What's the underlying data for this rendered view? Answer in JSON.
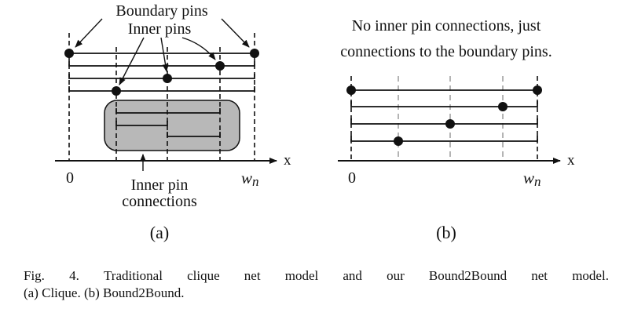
{
  "panel_a": {
    "label_boundary_pins": "Boundary pins",
    "label_inner_pins": "Inner pins",
    "label_inner_conn_line1": "Inner pin",
    "label_inner_conn_line2": "connections",
    "axis_origin": "0",
    "axis_end": "w",
    "axis_end_sub": "n",
    "axis_var": "x",
    "sublabel": "(a)"
  },
  "panel_b": {
    "note_line1": "No inner pin connections, just",
    "note_line2": "connections to the boundary pins.",
    "axis_origin": "0",
    "axis_end": "w",
    "axis_end_sub": "n",
    "axis_var": "x",
    "sublabel": "(b)"
  },
  "caption": {
    "words": [
      "Fig.",
      "4.",
      "Traditional",
      "clique",
      "net",
      "model",
      "and",
      "our",
      "Bound2Bound",
      "net",
      "model."
    ],
    "line2": "(a) Clique. (b) Bound2Bound."
  },
  "colors": {
    "ink": "#111111",
    "shaded_box": "#b8b8b8",
    "dashed_gray": "#b4b4b4"
  }
}
